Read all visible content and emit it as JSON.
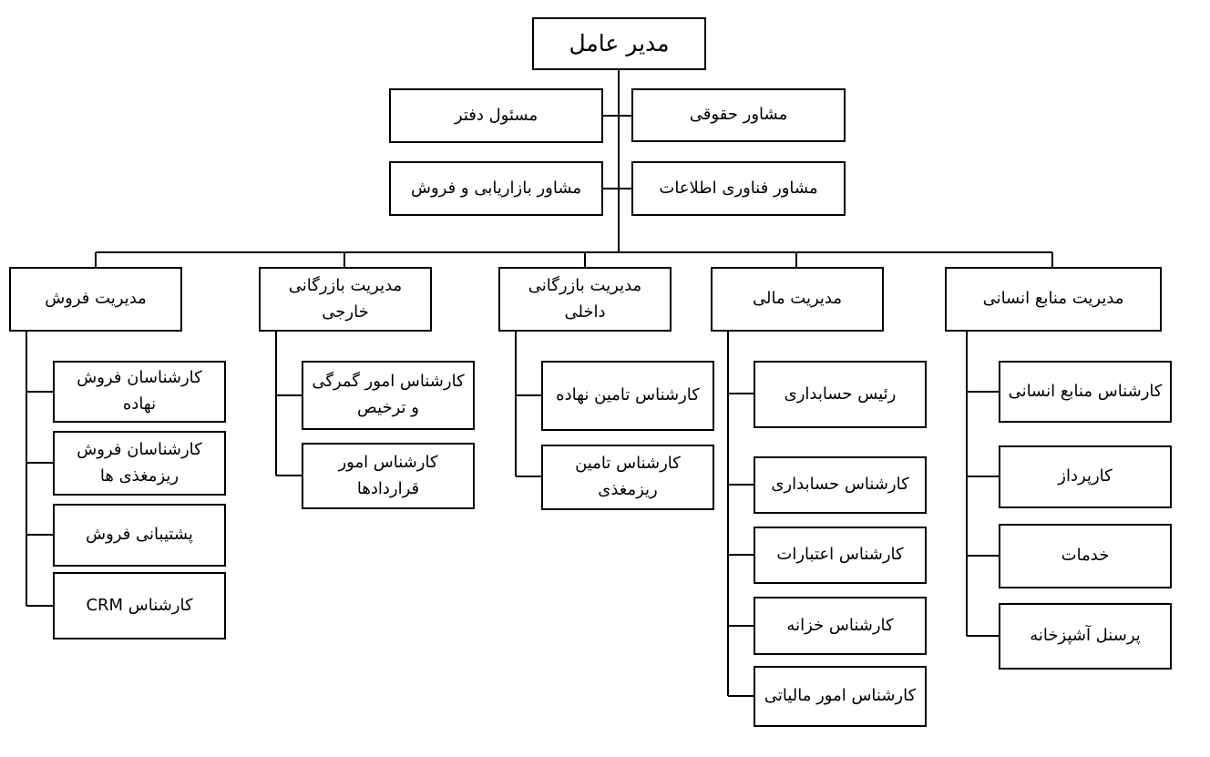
{
  "diagram": {
    "type": "org-chart",
    "language": "fa",
    "colors": {
      "line": "#000000",
      "box_border": "#000000",
      "box_fill": "#ffffff",
      "text": "#000000"
    },
    "root": {
      "label": "مدیر عامل"
    },
    "advisors": {
      "legal_advisor": "مشاور حقوقی",
      "office_manager": "مسئول دفتر",
      "it_advisor": "مشاور فناوری اطلاعات",
      "marketing_advisor": "مشاور بازاریابی و فروش"
    },
    "departments": {
      "hr": {
        "label": "مدیریت منابع انسانی",
        "staff": [
          "کارشناس منابع انسانی",
          "کارپرداز",
          "خدمات",
          "پرسنل آشپزخانه"
        ]
      },
      "finance": {
        "label": "مدیریت مالی",
        "staff": [
          "رئیس حسابداری",
          "کارشناس حسابداری",
          "کارشناس اعتبارات",
          "کارشناس خزانه",
          "کارشناس امور مالیاتی"
        ]
      },
      "domestic": {
        "label": "مدیریت بازرگانی داخلی",
        "staff": [
          "کارشناس تامین نهاده",
          "کارشناس تامین ریزمغذی"
        ]
      },
      "foreign": {
        "label": "مدیریت بازرگانی خارجی",
        "staff": [
          "کارشناس امور گمرگی و ترخیص",
          "کارشناس امور قراردادها"
        ]
      },
      "sales": {
        "label": "مدیریت فروش",
        "staff": [
          "کارشناسان فروش نهاده",
          "کارشناسان فروش ریزمغذی ها",
          "پشتیبانی فروش",
          "کارشناس CRM"
        ]
      }
    }
  }
}
